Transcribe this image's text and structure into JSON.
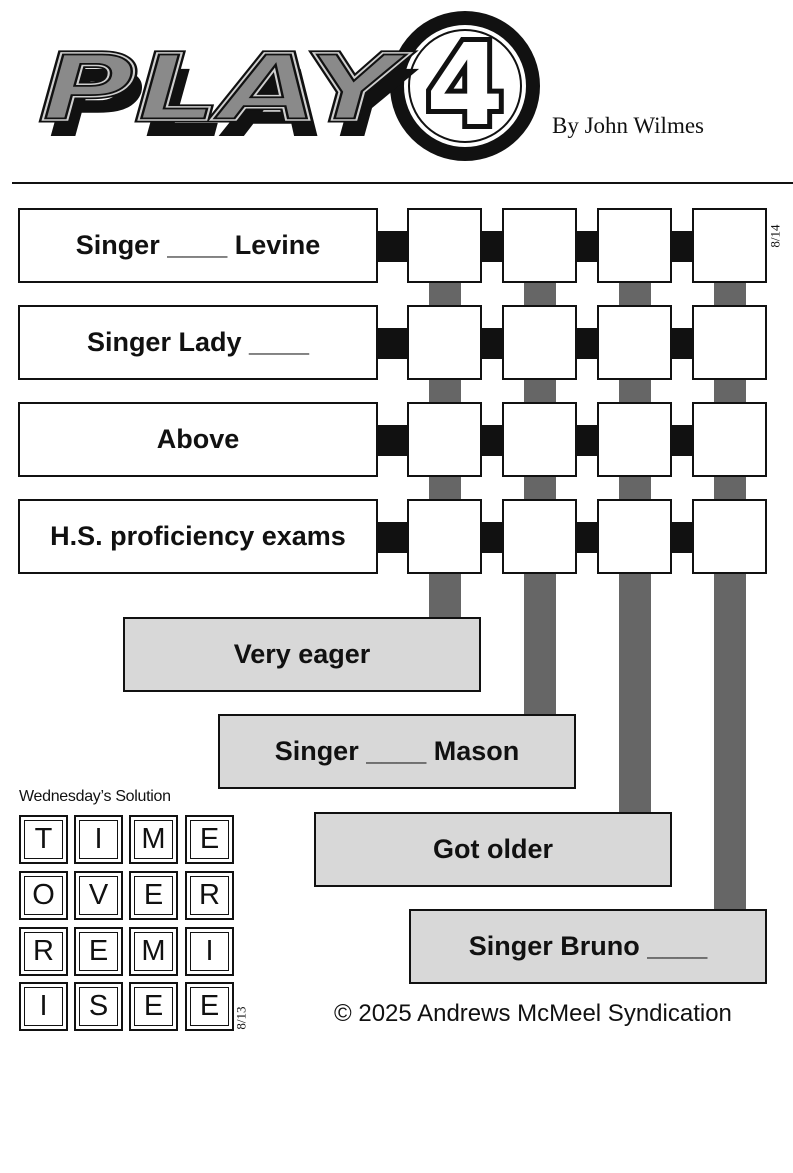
{
  "header": {
    "logo_text": "PLAY4",
    "byline": "By John Wilmes"
  },
  "puzzle_date": "8/14",
  "across_clues": [
    "Singer ____ Levine",
    "Singer Lady ____",
    "Above",
    "H.S. proficiency exams"
  ],
  "down_clues": [
    "Very eager",
    "Singer ____ Mason",
    "Got older",
    "Singer Bruno ____"
  ],
  "grid": {
    "rows": 4,
    "cols": 4,
    "values": [
      [
        "",
        "",
        "",
        ""
      ],
      [
        "",
        "",
        "",
        ""
      ],
      [
        "",
        "",
        "",
        ""
      ],
      [
        "",
        "",
        "",
        ""
      ]
    ]
  },
  "solution": {
    "label": "Wednesday’s Solution",
    "date": "8/13",
    "rows": [
      [
        "T",
        "I",
        "M",
        "E"
      ],
      [
        "O",
        "V",
        "E",
        "R"
      ],
      [
        "R",
        "E",
        "M",
        "I"
      ],
      [
        "I",
        "S",
        "E",
        "E"
      ]
    ]
  },
  "copyright": "© 2025 Andrews McMeel Syndication",
  "colors": {
    "ink": "#111111",
    "down_clue_fill": "#d8d8d8",
    "connector_gray": "#666666",
    "logo_gray": "#8a8a8a"
  }
}
